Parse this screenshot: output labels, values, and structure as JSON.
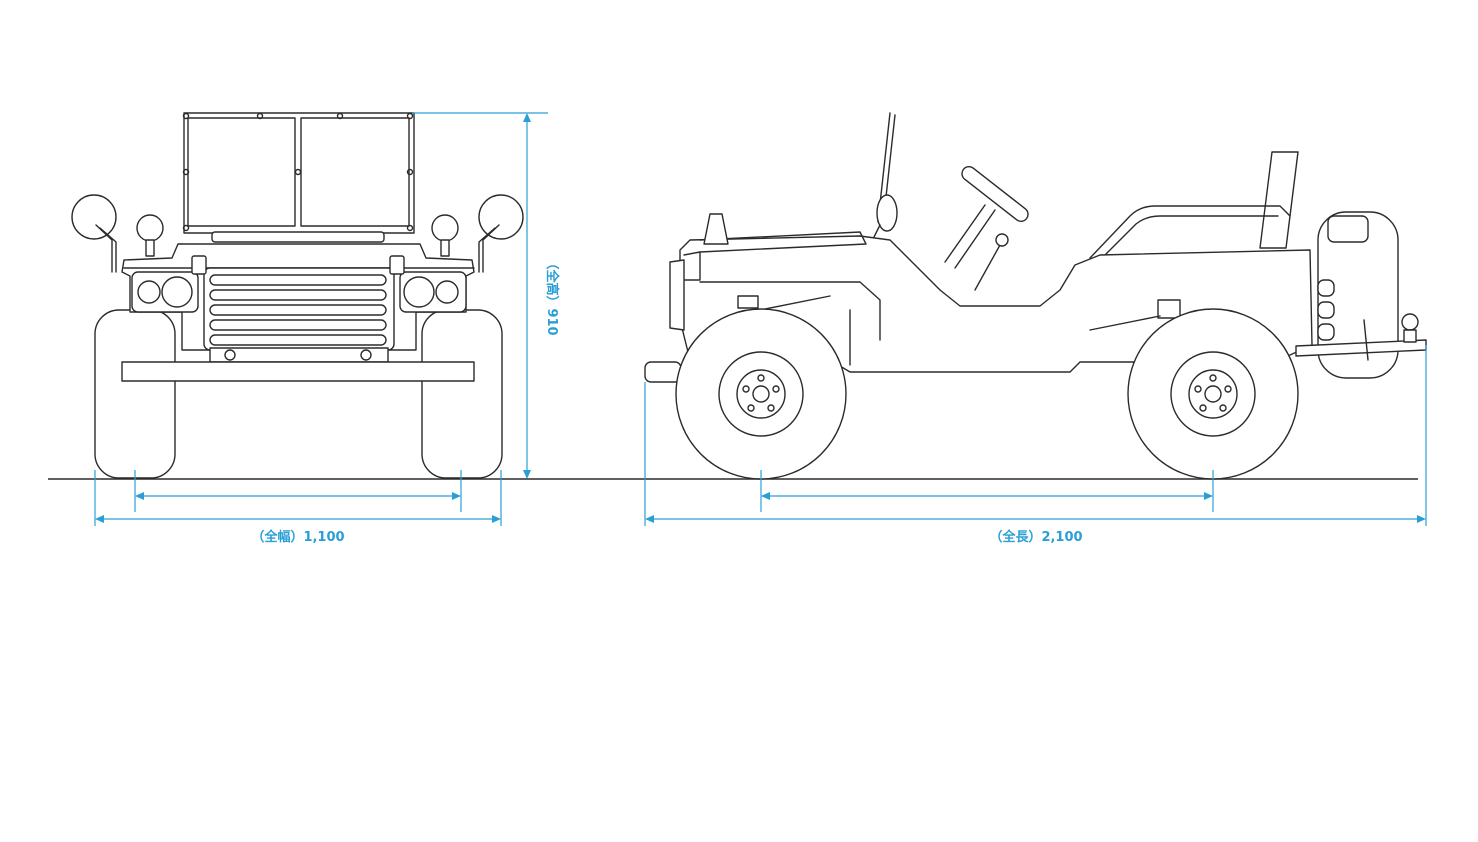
{
  "dimensions": {
    "width_label": "（全幅）1,100",
    "length_label": "（全長）2,100",
    "height_label": "（全高）910"
  },
  "colors": {
    "dimension": "#2a9fd6",
    "outline": "#2b2b2b",
    "background": "#ffffff"
  }
}
